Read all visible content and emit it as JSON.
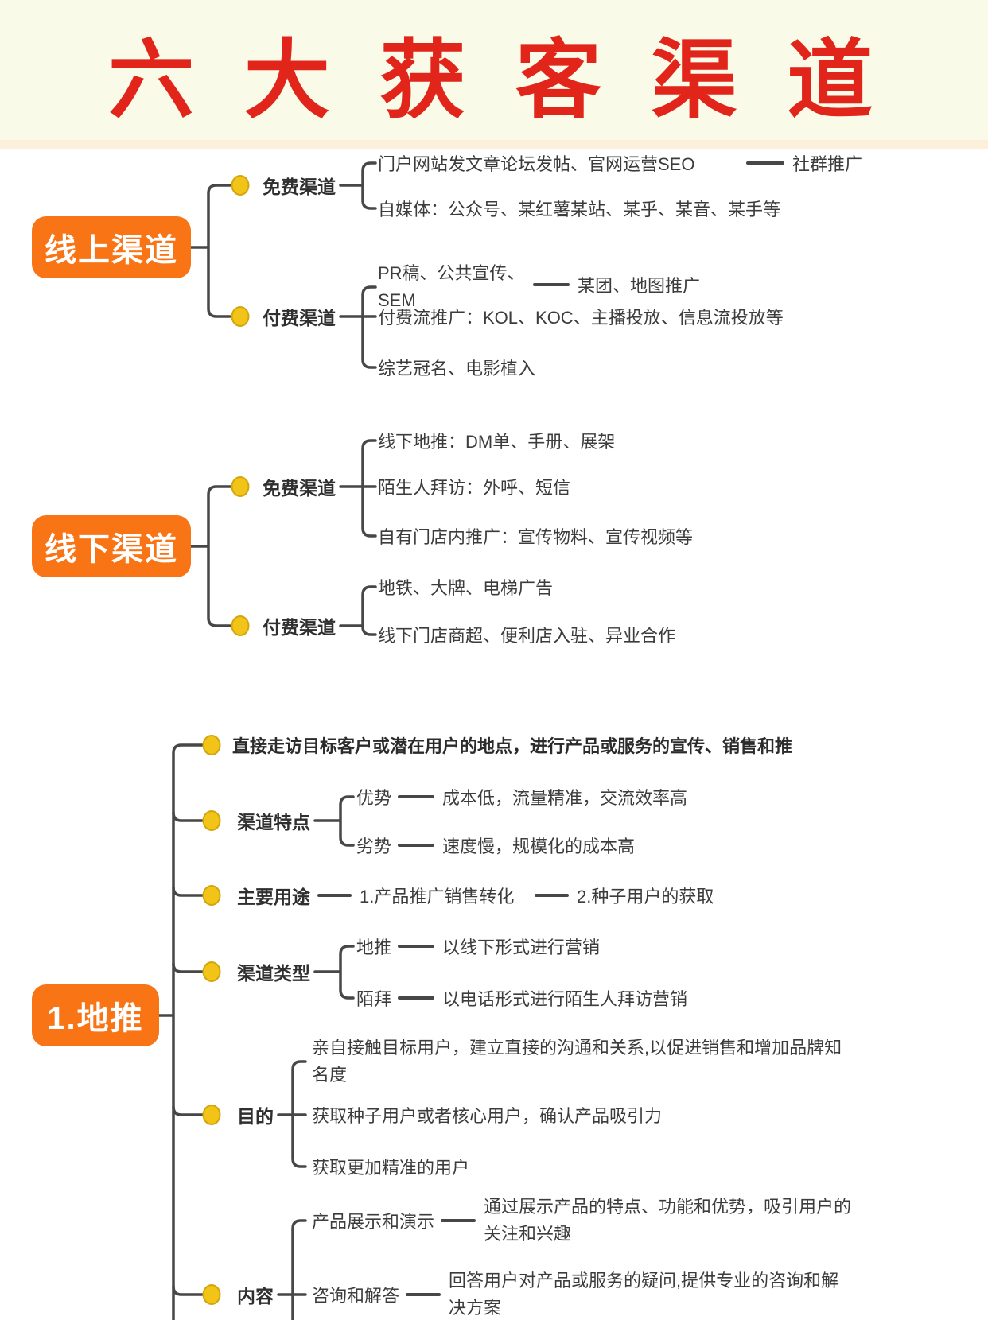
{
  "title": "六大获客渠道",
  "colors": {
    "title_red": "#e1251b",
    "node_orange": "#f97415",
    "dot_yellow": "#f2c417",
    "line_gray": "#474747",
    "header_cream": "#f9fae7"
  },
  "sections": [
    {
      "label": "线上渠道",
      "groups": [
        {
          "label": "免费渠道",
          "items": [
            {
              "text": "门户网站发文章论坛发帖、官网运营SEO",
              "next": "社群推广"
            },
            {
              "text": "自媒体：公众号、某红薯某站、某乎、某音、某手等"
            }
          ]
        },
        {
          "label": "付费渠道",
          "items": [
            {
              "line1": "PR稿、公共宣传、",
              "line2": "SEM",
              "next": "某团、地图推广"
            },
            {
              "text": "付费流推广：KOL、KOC、主播投放、信息流投放等"
            },
            {
              "text": "综艺冠名、电影植入"
            }
          ]
        }
      ]
    },
    {
      "label": "线下渠道",
      "groups": [
        {
          "label": "免费渠道",
          "items": [
            {
              "text": "线下地推：DM单、手册、展架"
            },
            {
              "text": "陌生人拜访：外呼、短信"
            },
            {
              "text": "自有门店内推广：宣传物料、宣传视频等"
            }
          ]
        },
        {
          "label": "付费渠道",
          "items": [
            {
              "text": "地铁、大牌、电梯广告"
            },
            {
              "text": "线下门店商超、便利店入驻、异业合作"
            }
          ]
        }
      ]
    },
    {
      "label": "1.地推",
      "children": [
        {
          "text": "直接走访目标客户或潜在用户的地点，进行产品或服务的宣传、销售和推"
        },
        {
          "label": "渠道特点",
          "subs": [
            {
              "label": "优势",
              "desc": "成本低，流量精准，交流效率高"
            },
            {
              "label": "劣势",
              "desc": "速度慢，规模化的成本高"
            }
          ]
        },
        {
          "label": "主要用途",
          "chain": [
            "1.产品推广销售转化",
            "2.种子用户的获取"
          ]
        },
        {
          "label": "渠道类型",
          "subs": [
            {
              "label": "地推",
              "desc": "以线下形式进行营销"
            },
            {
              "label": "陌拜",
              "desc": "以电话形式进行陌生人拜访营销"
            }
          ]
        },
        {
          "label": "目的",
          "items": [
            {
              "line1": "亲自接触目标用户，建立直接的沟通和关系,以促进销售和增加品牌知",
              "line2": "名度"
            },
            {
              "line1": "获取种子用户或者核心用户，确认产品吸引力"
            },
            {
              "line1": "获取更加精准的用户"
            }
          ]
        },
        {
          "label": "内容",
          "subs": [
            {
              "label": "产品展示和演示",
              "desc1": "通过展示产品的特点、功能和优势，吸引用户的",
              "desc2": "关注和兴趣"
            },
            {
              "label": "咨询和解答",
              "desc1": "回答用户对产品或服务的疑问,提供专业的咨询和解",
              "desc2": "决方案"
            }
          ]
        }
      ]
    }
  ]
}
